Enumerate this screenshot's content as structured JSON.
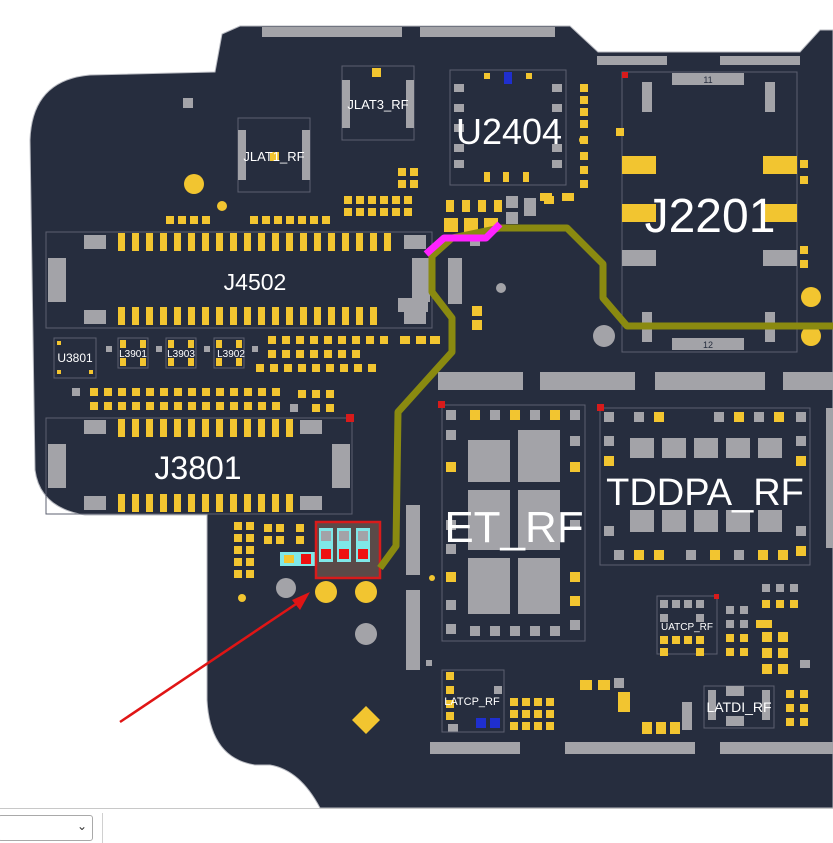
{
  "colors": {
    "board": "#262d3e",
    "pad": "#f2c530",
    "chip_pad": "#a3a3a8",
    "outline": "#5c6070",
    "trace_olive": "#8a8a10",
    "trace_magenta": "#ff22ff",
    "highlight": "#d81b1b",
    "test_cyan": "#7fe8e8",
    "marker_red": "#ee1111",
    "blue_pad": "#1f2fcf"
  },
  "components": {
    "j2201": "J2201",
    "u2404": "U2404",
    "j4502": "J4502",
    "j3801": "J3801",
    "et_rf": "ET_RF",
    "tddpa_rf": "TDDPA_RF",
    "jlat1_rf": "JLAT1_RF",
    "jlat3_rf": "JLAT3_RF",
    "u3801": "U3801",
    "l3901": "L3901",
    "l3903": "L3903",
    "l3902": "L3902",
    "uatcp_rf": "UATCP_RF",
    "latcp_rf": "LATCP_RF",
    "latdi_rf": "LATDI_RF",
    "pin_11": "11",
    "pin_12": "12"
  },
  "toolbar": {
    "selector_icon": "chevron-down-icon"
  }
}
